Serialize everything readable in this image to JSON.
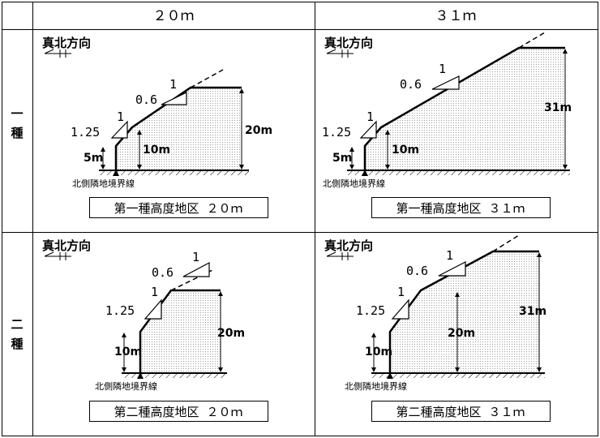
{
  "header": {
    "col1": "２０ｍ",
    "col2": "３１ｍ"
  },
  "rows": {
    "row1_label": [
      "一",
      "種"
    ],
    "row2_label": [
      "二",
      "種"
    ]
  },
  "labels": {
    "true_north": "真北方向",
    "boundary": "北側隣地境界線",
    "ratio_steep": "1.25",
    "ratio_gentle": "0.6",
    "ratio_one": "1"
  },
  "panels": {
    "p1": {
      "h_mid": "10m",
      "h_low": "5m",
      "h_total": "20m",
      "caption": "第一種高度地区 ２０ｍ"
    },
    "p2": {
      "h_mid": "10m",
      "h_low": "5m",
      "h_total": "31m",
      "caption": "第一種高度地区 ３１ｍ"
    },
    "p3": {
      "h_mid": "10m",
      "h_total": "20m",
      "caption": "第二種高度地区 ２０ｍ"
    },
    "p4": {
      "h_mid": "20m",
      "h_low": "10m",
      "h_total": "31m",
      "caption": "第二種高度地区 ３１ｍ"
    }
  }
}
